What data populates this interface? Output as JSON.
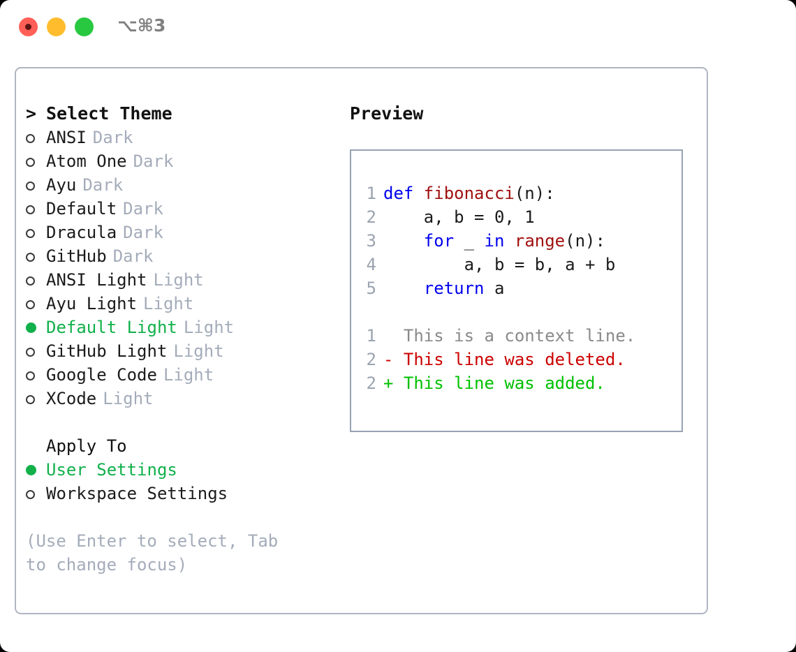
{
  "titlebar": {
    "shortcut": "⌥⌘3",
    "lights": [
      {
        "name": "close",
        "color": "#ff5f57"
      },
      {
        "name": "minimize",
        "color": "#ffbd2e"
      },
      {
        "name": "maximize",
        "color": "#28c840"
      }
    ]
  },
  "theme_picker": {
    "header_marker": ">",
    "header": "Select Theme",
    "items": [
      {
        "marker": "○",
        "label": "ANSI",
        "kind": "Dark",
        "selected": false
      },
      {
        "marker": "○",
        "label": "Atom One",
        "kind": "Dark",
        "selected": false
      },
      {
        "marker": "○",
        "label": "Ayu",
        "kind": "Dark",
        "selected": false
      },
      {
        "marker": "○",
        "label": "Default",
        "kind": "Dark",
        "selected": false
      },
      {
        "marker": "○",
        "label": "Dracula",
        "kind": "Dark",
        "selected": false
      },
      {
        "marker": "○",
        "label": "GitHub",
        "kind": "Dark",
        "selected": false
      },
      {
        "marker": "○",
        "label": "ANSI Light",
        "kind": "Light",
        "selected": false
      },
      {
        "marker": "○",
        "label": "Ayu Light",
        "kind": "Light",
        "selected": false
      },
      {
        "marker": "●",
        "label": "Default Light",
        "kind": "Light",
        "selected": true
      },
      {
        "marker": "○",
        "label": "GitHub Light",
        "kind": "Light",
        "selected": false
      },
      {
        "marker": "○",
        "label": "Google Code",
        "kind": "Light",
        "selected": false
      },
      {
        "marker": "○",
        "label": "XCode",
        "kind": "Light",
        "selected": false
      }
    ]
  },
  "apply_to": {
    "title": "Apply To",
    "items": [
      {
        "marker": "●",
        "label": "User Settings",
        "selected": true
      },
      {
        "marker": "○",
        "label": "Workspace Settings",
        "selected": false
      }
    ]
  },
  "hint": "(Use Enter to select, Tab to change focus)",
  "preview": {
    "title": "Preview",
    "code_lines": [
      {
        "no": "1",
        "tokens": [
          {
            "t": "def ",
            "c": "kw"
          },
          {
            "t": "fibonacci",
            "c": "fn"
          },
          {
            "t": "(n):",
            "c": "plain"
          }
        ]
      },
      {
        "no": "2",
        "tokens": [
          {
            "t": "    a, b = 0, 1",
            "c": "plain"
          }
        ]
      },
      {
        "no": "3",
        "tokens": [
          {
            "t": "    ",
            "c": "plain"
          },
          {
            "t": "for",
            "c": "kw"
          },
          {
            "t": " _ ",
            "c": "plain"
          },
          {
            "t": "in",
            "c": "kw"
          },
          {
            "t": " ",
            "c": "plain"
          },
          {
            "t": "range",
            "c": "fn"
          },
          {
            "t": "(n):",
            "c": "plain"
          }
        ]
      },
      {
        "no": "4",
        "tokens": [
          {
            "t": "        a, b = b, a + b",
            "c": "plain"
          }
        ]
      },
      {
        "no": "5",
        "tokens": [
          {
            "t": "    ",
            "c": "plain"
          },
          {
            "t": "return",
            "c": "kw"
          },
          {
            "t": " a",
            "c": "plain"
          }
        ]
      }
    ],
    "diff_lines": [
      {
        "no": "1",
        "text": "  This is a context line.",
        "kind": "ctx"
      },
      {
        "no": "2",
        "text": "- This line was deleted.",
        "kind": "del"
      },
      {
        "no": "2",
        "text": "+ This line was added.",
        "kind": "add"
      }
    ]
  },
  "colors": {
    "accent_green": "#11b04a",
    "muted": "#a4acba",
    "keyword": "#0000ee",
    "function": "#a01010",
    "diff_add": "#00c000",
    "diff_del": "#cc0000",
    "border": "#aeb6c2"
  }
}
